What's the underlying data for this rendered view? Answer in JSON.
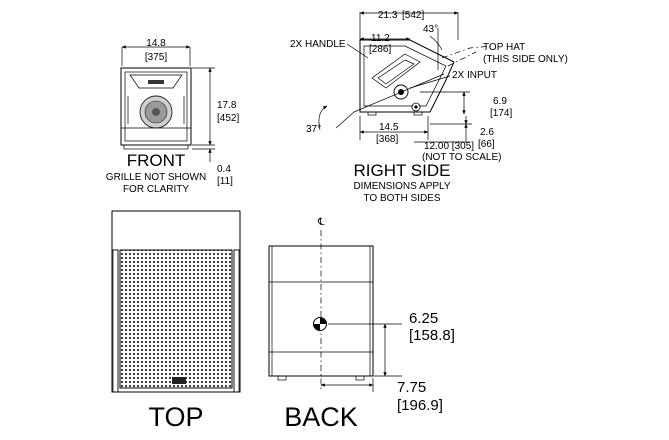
{
  "front": {
    "title": "FRONT",
    "note_line1": "GRILLE NOT SHOWN",
    "note_line2": "FOR CLARITY",
    "width_in": "14.8",
    "width_mm": "[375]",
    "height_in": "17.8",
    "height_mm": "[452]",
    "foot_in": "0.4",
    "foot_mm": "[11]"
  },
  "right_side": {
    "title": "RIGHT SIDE",
    "note_line1": "DIMENSIONS APPLY",
    "note_line2": "TO BOTH SIDES",
    "depth_in": "21.3",
    "depth_mm": "[542]",
    "angle_top": "43°",
    "handle_label": "2X HANDLE",
    "handle_in": "11.2",
    "handle_mm": "[286]",
    "top_hat_line1": "TOP HAT",
    "top_hat_line2": "(THIS SIDE ONLY)",
    "input_label": "2X INPUT",
    "input_h_in": "6.9",
    "input_h_mm": "[174]",
    "angle_floor": "37°",
    "base_in": "14.5",
    "base_mm": "[368]",
    "foot_in": "2.6",
    "foot_mm": "[66]",
    "hat_line1": "12.00 [305]",
    "hat_line2": "(NOT TO SCALE)"
  },
  "top_view": {
    "title": "TOP"
  },
  "back_view": {
    "title": "BACK",
    "centerline_symbol": "℄",
    "mount_h_in": "6.25",
    "mount_h_mm": "[158.8]",
    "mount_x_in": "7.75",
    "mount_x_mm": "[196.9]"
  }
}
